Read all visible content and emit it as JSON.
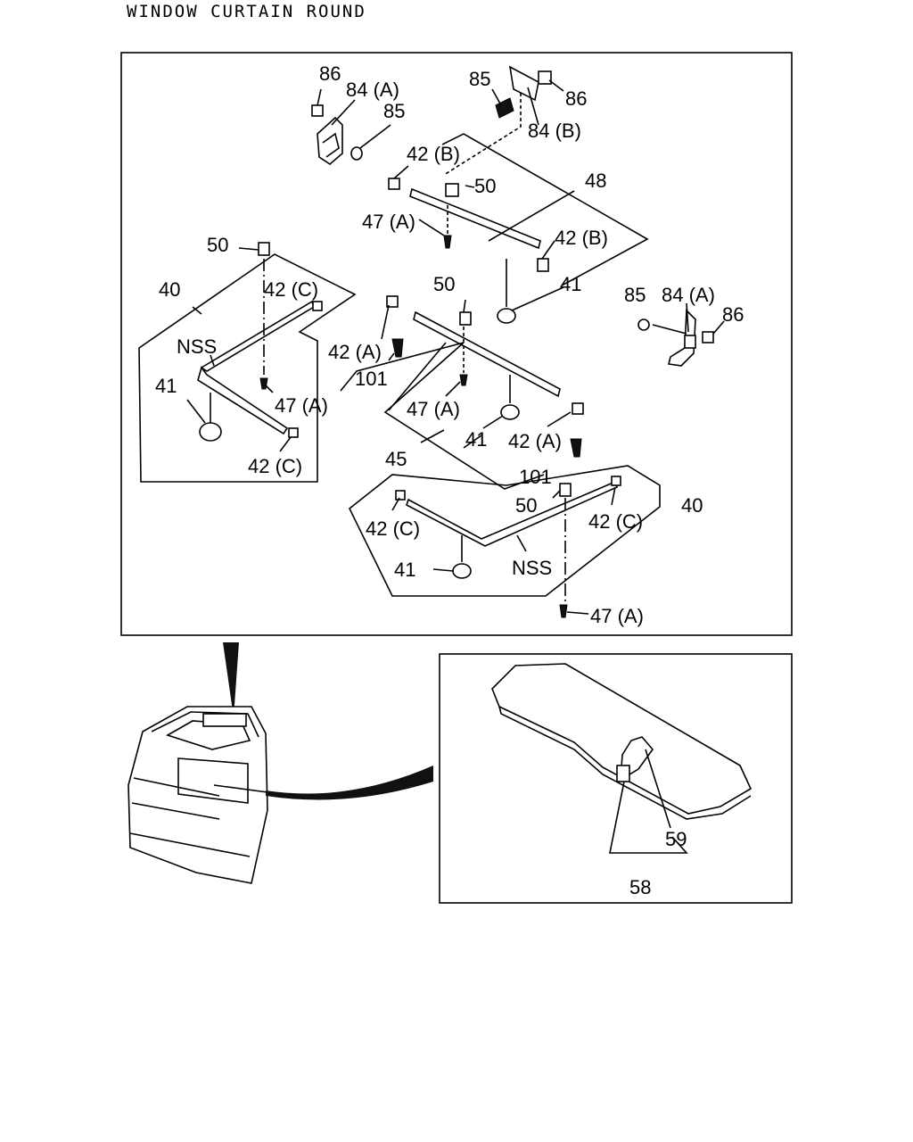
{
  "title": "WINDOW CURTAIN ROUND",
  "labels": {
    "l86a": "86",
    "l84Aa": "84 (A)",
    "l85a": "85",
    "l85b": "85",
    "l86b": "86",
    "l84B": "84 (B)",
    "l42Ba": "42 (B)",
    "l50a": "50",
    "l48": "48",
    "l47Aa": "47 (A)",
    "l42Bb": "42 (B)",
    "l41a": "41",
    "l50b": "50",
    "l40a": "40",
    "l42Ca": "42 (C)",
    "lNSSa": "NSS",
    "l41b": "41",
    "l47Ab": "47 (A)",
    "l42Cb": "42 (C)",
    "l85c": "85",
    "l84Ab": "84 (A)",
    "l86c": "86",
    "l50c": "50",
    "l42Aa": "42 (A)",
    "l101a": "101",
    "l47Ac": "47 (A)",
    "l41c": "41",
    "l42Ab": "42 (A)",
    "l45": "45",
    "l101b": "101",
    "l50d": "50",
    "l40b": "40",
    "l42Cc": "42 (C)",
    "l42Cd": "42 (C)",
    "l41d": "41",
    "lNSSb": "NSS",
    "l47Ad": "47 (A)",
    "l59": "59",
    "l58": "58"
  }
}
